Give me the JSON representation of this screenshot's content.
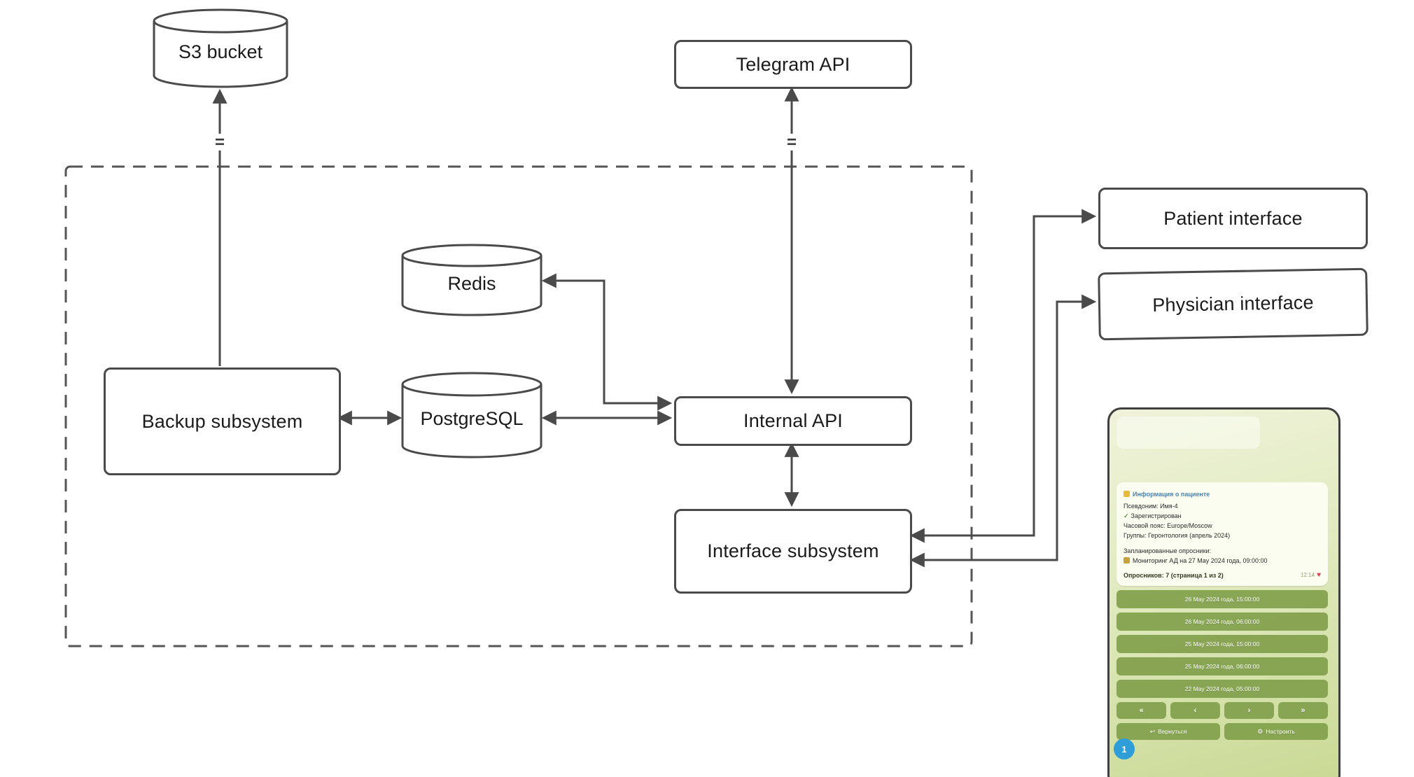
{
  "diagram": {
    "s3": "S3 bucket",
    "telegram_api": "Telegram API",
    "redis": "Redis",
    "backup": "Backup subsystem",
    "postgresql": "PostgreSQL",
    "internal_api": "Internal API",
    "interface_subsystem": "Interface subsystem",
    "patient_interface": "Patient interface",
    "physician_interface": "Physician interface",
    "boundary_mark": "="
  },
  "phone": {
    "message": {
      "title": "Информация о пациенте",
      "nickname": "Псевдоним: Имя-4",
      "check_icon": "✓",
      "registered": "Зарегистрирован",
      "timezone": "Часовой пояс: Europe/Moscow",
      "groups": "Группы: Геронтология (апрель 2024)",
      "scheduled_header": "Запланированные опросники:",
      "scheduled_item": "Мониторинг АД на 27 May 2024 года, 09:00:00",
      "footer": "Опросников: 7 (страница 1 из 2)",
      "time": "12:14",
      "reaction": "♥"
    },
    "schedule_buttons": [
      "26 May 2024 года, 15:00:00",
      "26 May 2024 года, 06:00:00",
      "25 May 2024 года, 15:00:00",
      "25 May 2024 года, 06:00:00",
      "22 May 2024 года, 05:00:00"
    ],
    "nav_buttons": [
      "«",
      "‹",
      "›",
      "»"
    ],
    "back_icon": "↩",
    "back_button": "Вернуться",
    "settings_icon": "⚙",
    "settings_button": "Настроить",
    "badge": "1"
  },
  "colors": {
    "line": "#4a4a4a",
    "button_green": "#82a04c",
    "badge_blue": "#2f9ed8",
    "heart_red": "#e0384e"
  }
}
